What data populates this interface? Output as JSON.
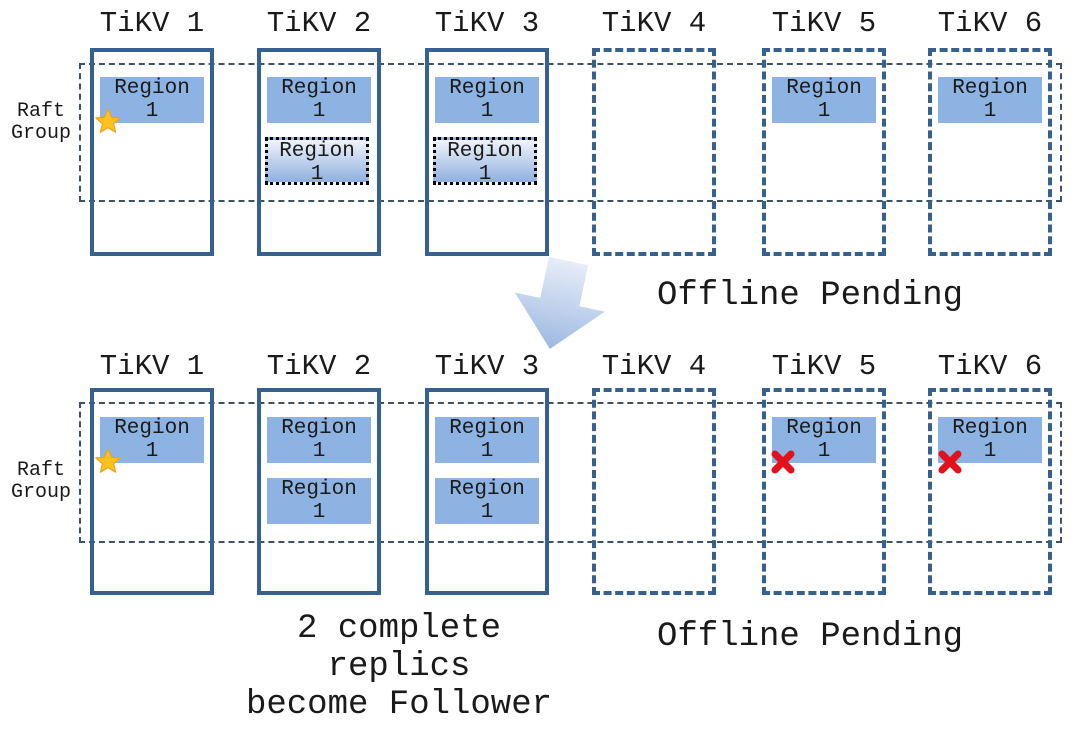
{
  "colors": {
    "box_border": "#36618F",
    "region_fill": "#8DB3E2",
    "region_gradient_top": "#EFF4FB",
    "region_gradient_bottom": "#8FB0DE",
    "raft_band_dash": "#3E5266",
    "leader_star": "#FFC120",
    "offline_cross": "#E3111B",
    "arrow_gradient_top": "#E7EDF8",
    "arrow_gradient_bottom": "#9DB9E2",
    "text": "#1A1A1A"
  },
  "icons": {
    "leader_star": "star",
    "offline_cross": "cross",
    "transition_arrow": "block-arrow-down"
  },
  "raft_group": {
    "line1": "Raft",
    "line2": "Group"
  },
  "region": {
    "line1": "Region",
    "line2": "1"
  },
  "annotations": {
    "offline_pending_top": "Offline Pending",
    "offline_pending_bottom": "Offline Pending",
    "caption_line1": "2 complete",
    "caption_line2": "replics",
    "caption_line3": "become Follower"
  },
  "top_row": {
    "nodes": [
      {
        "label": "TiKV 1"
      },
      {
        "label": "TiKV 2"
      },
      {
        "label": "TiKV 3"
      },
      {
        "label": "TiKV 4"
      },
      {
        "label": "TiKV 5"
      },
      {
        "label": "TiKV 6"
      }
    ]
  },
  "bottom_row": {
    "nodes": [
      {
        "label": "TiKV 1"
      },
      {
        "label": "TiKV 2"
      },
      {
        "label": "TiKV 3"
      },
      {
        "label": "TiKV 4"
      },
      {
        "label": "TiKV 5"
      },
      {
        "label": "TiKV 6"
      }
    ]
  }
}
